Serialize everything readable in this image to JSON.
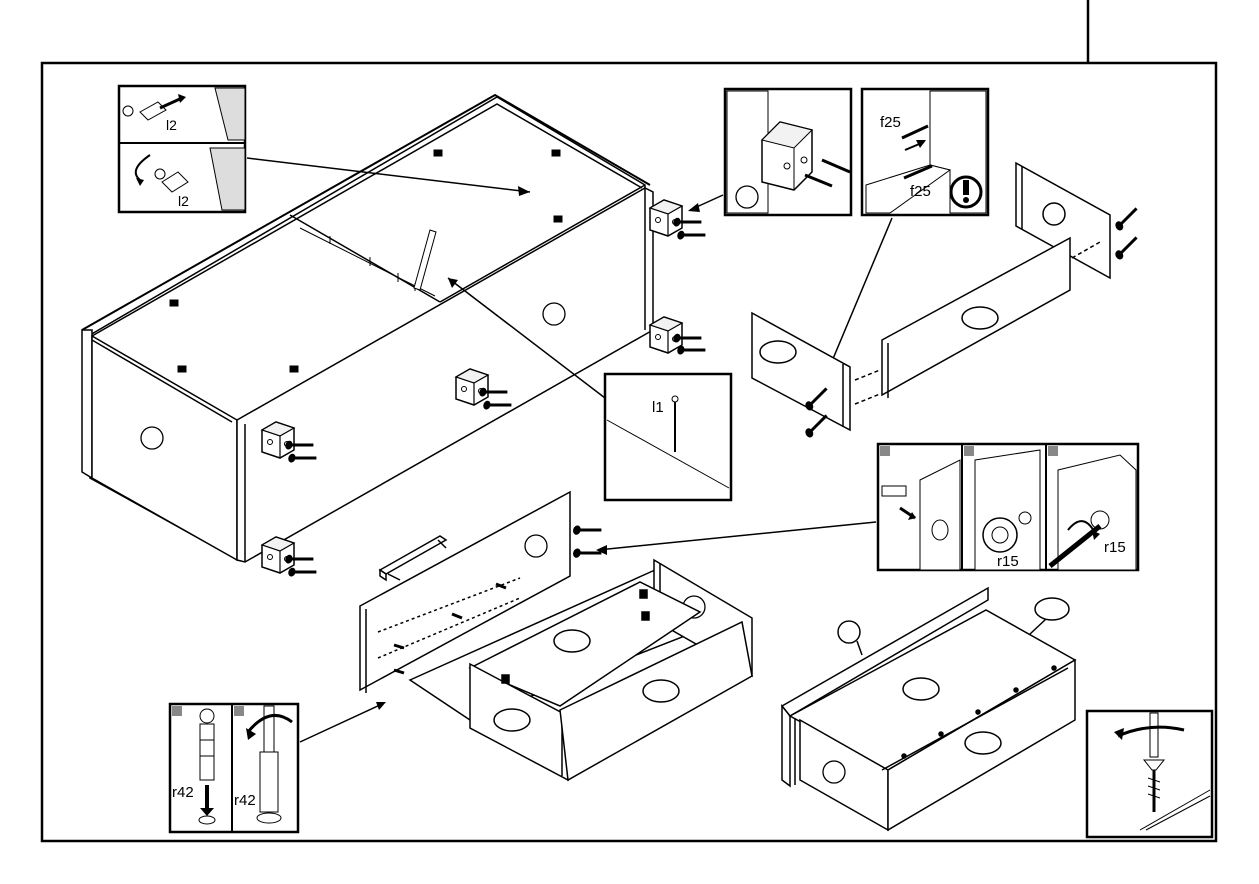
{
  "labels": {
    "l2_top": "l2",
    "l2_bottom": "l2",
    "f25_top": "f25",
    "f25_bottom": "f25",
    "l1": "l1",
    "r15_left": "r15",
    "r15_right": "r15",
    "r42_left": "r42",
    "r42_right": "r42"
  },
  "icons": [
    "screw-icon",
    "nail-icon",
    "warning-icon",
    "rotate-arrow-icon",
    "cam-lock-icon",
    "push-arrow-icon",
    "drawer-handle-icon",
    "dowel-icon"
  ]
}
